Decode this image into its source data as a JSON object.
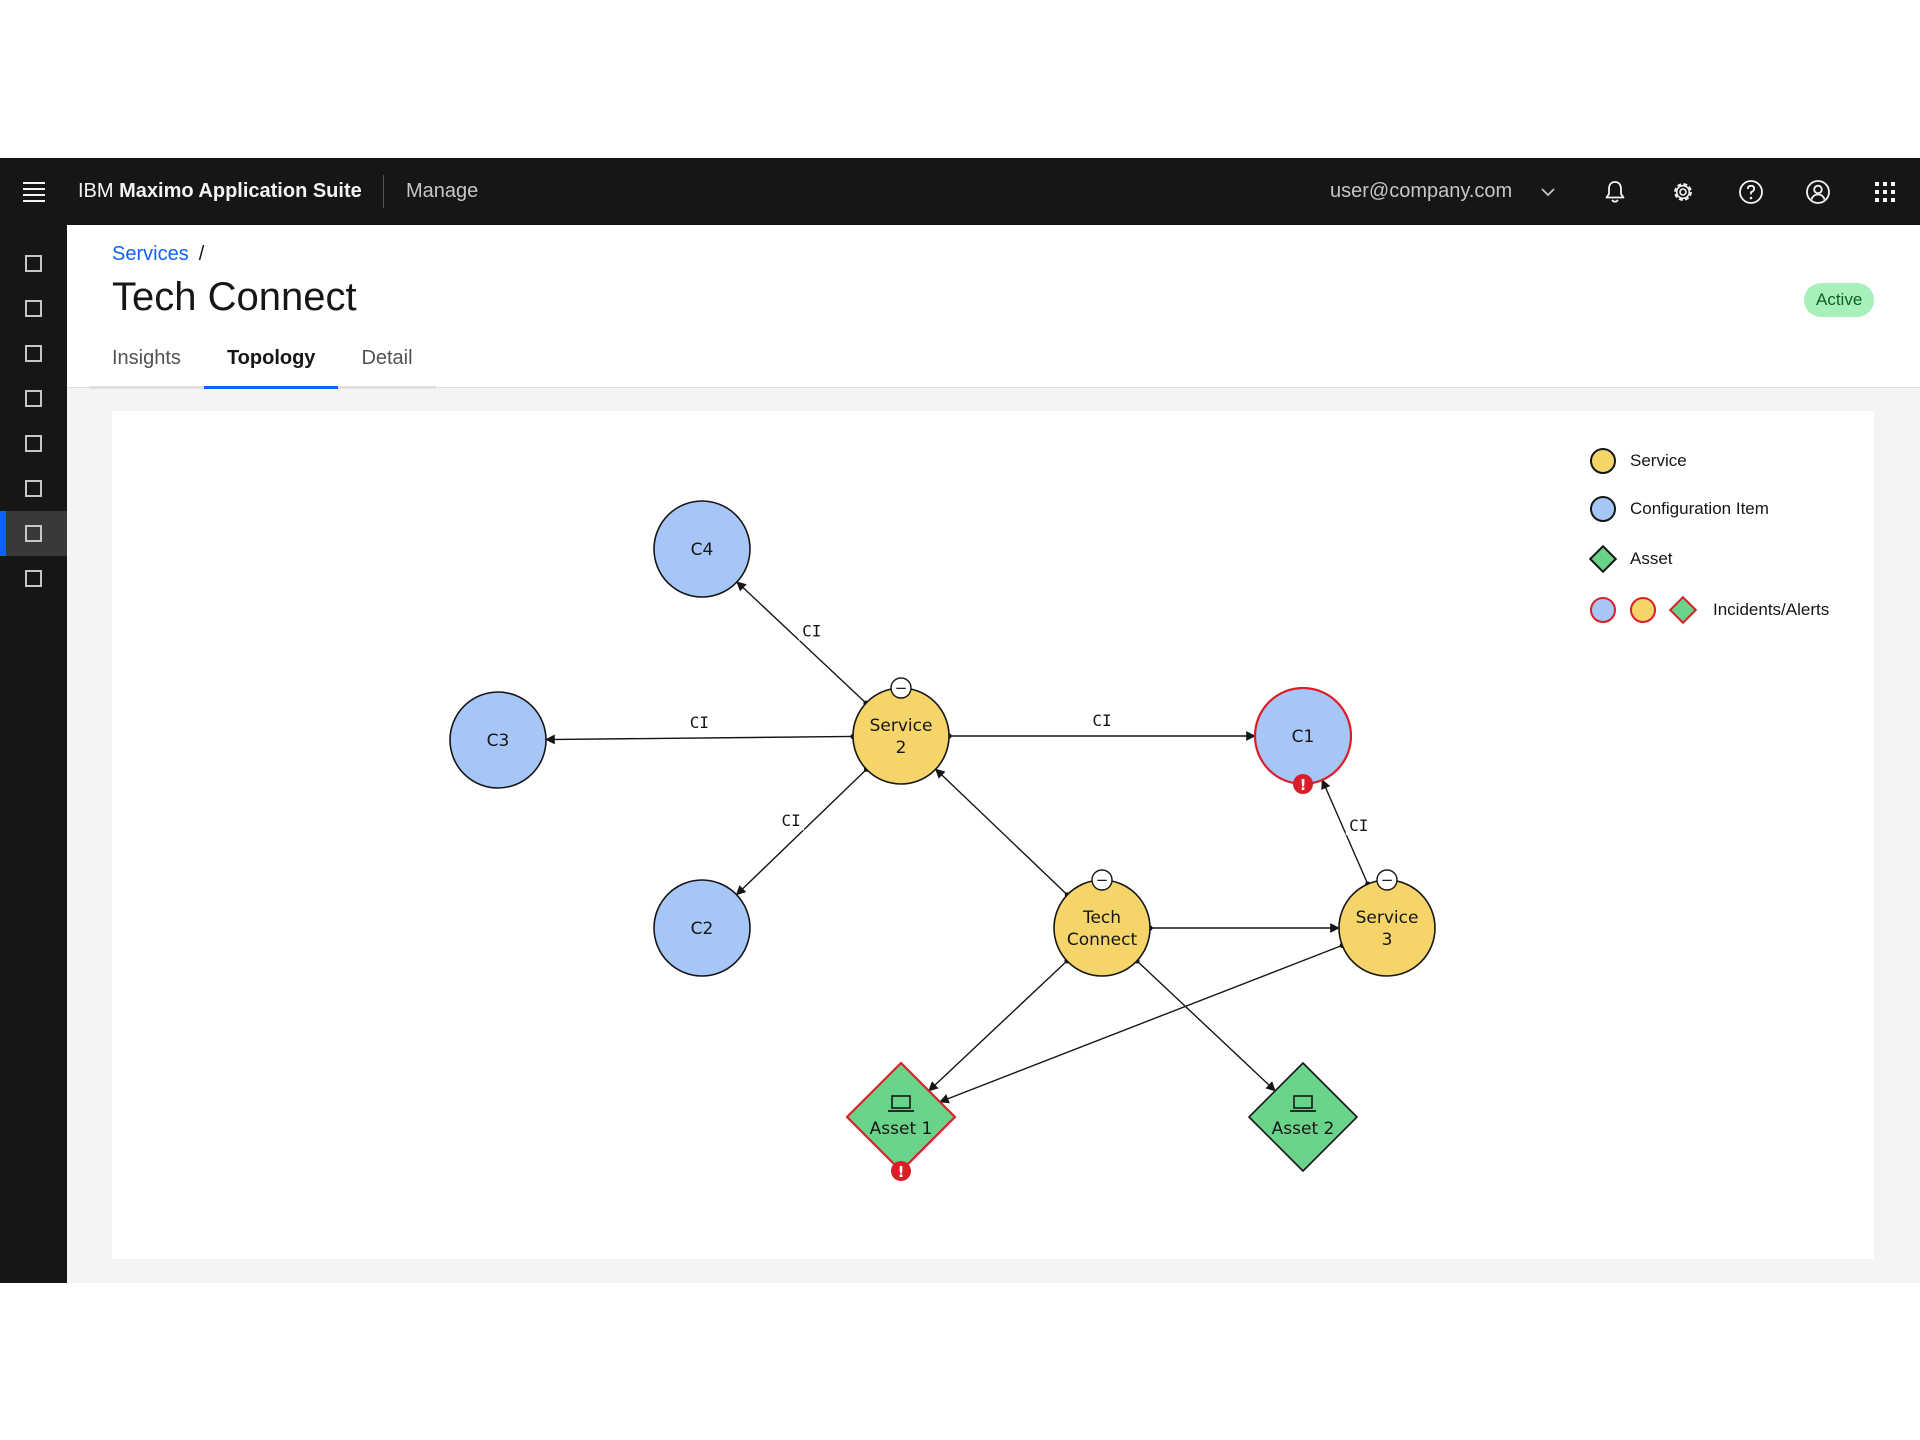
{
  "colors": {
    "service": "#f5d46a",
    "configuration_item": "#a6c6f7",
    "asset": "#6ad38a",
    "alert": "#da1e28",
    "accent": "#0f62fe",
    "header_bg": "#161616",
    "badge_bg": "#a7f0ba"
  },
  "header": {
    "brand_prefix": "IBM",
    "brand_name": "Maximo Application Suite",
    "app_name": "Manage",
    "user": "user@company.com",
    "icons": [
      "menu-icon",
      "chevron-down-icon",
      "notification-icon",
      "settings-icon",
      "help-icon",
      "user-avatar-icon",
      "app-switcher-icon"
    ]
  },
  "siderail": {
    "items": [
      {
        "icon": "nav-icon"
      },
      {
        "icon": "nav-icon"
      },
      {
        "icon": "nav-icon"
      },
      {
        "icon": "nav-icon"
      },
      {
        "icon": "nav-icon"
      },
      {
        "icon": "nav-icon"
      },
      {
        "icon": "nav-icon",
        "active": true
      },
      {
        "icon": "nav-icon"
      }
    ]
  },
  "breadcrumb": {
    "link": "Services",
    "separator": "/"
  },
  "page": {
    "title": "Tech Connect",
    "status": "Active"
  },
  "tabs": [
    {
      "label": "Insights"
    },
    {
      "label": "Topology",
      "active": true
    },
    {
      "label": "Detail"
    }
  ],
  "legend": {
    "service": "Service",
    "configuration_item": "Configuration Item",
    "asset": "Asset",
    "incidents": "Incidents/Alerts"
  },
  "topology": {
    "nodes": [
      {
        "id": "c4",
        "label": [
          "C4"
        ],
        "type": "configuration_item"
      },
      {
        "id": "c3",
        "label": [
          "C3"
        ],
        "type": "configuration_item"
      },
      {
        "id": "c2",
        "label": [
          "C2"
        ],
        "type": "configuration_item"
      },
      {
        "id": "c1",
        "label": [
          "C1"
        ],
        "type": "configuration_item",
        "alert": true
      },
      {
        "id": "service2",
        "label": [
          "Service",
          "2"
        ],
        "type": "service",
        "collapsible": true
      },
      {
        "id": "tech",
        "label": [
          "Tech",
          "Connect"
        ],
        "type": "service",
        "collapsible": true
      },
      {
        "id": "service3",
        "label": [
          "Service",
          "3"
        ],
        "type": "service",
        "collapsible": true
      },
      {
        "id": "asset1",
        "label": [
          "Asset 1"
        ],
        "type": "asset",
        "alert": true
      },
      {
        "id": "asset2",
        "label": [
          "Asset 2"
        ],
        "type": "asset"
      }
    ],
    "edges": [
      {
        "from": "service2",
        "to": "c4",
        "label": "CI"
      },
      {
        "from": "service2",
        "to": "c3",
        "label": "CI"
      },
      {
        "from": "service2",
        "to": "c2",
        "label": "CI"
      },
      {
        "from": "service2",
        "to": "c1",
        "label": "CI"
      },
      {
        "from": "tech",
        "to": "service2",
        "label": ""
      },
      {
        "from": "tech",
        "to": "service3",
        "label": ""
      },
      {
        "from": "service3",
        "to": "c1",
        "label": "CI"
      },
      {
        "from": "tech",
        "to": "asset1",
        "label": ""
      },
      {
        "from": "tech",
        "to": "asset2",
        "label": ""
      },
      {
        "from": "service3",
        "to": "asset1",
        "label": ""
      }
    ],
    "alert_glyph": "!",
    "collapse_glyph": "−"
  }
}
